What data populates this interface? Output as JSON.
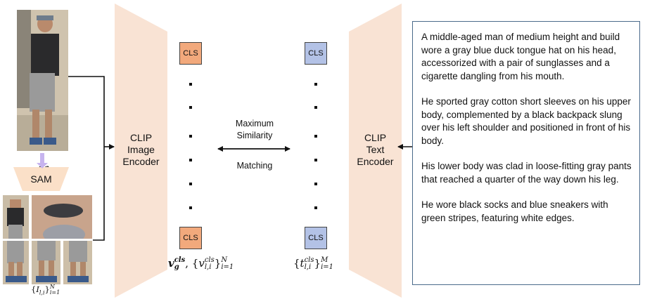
{
  "encoders": {
    "image": {
      "lines": [
        "CLIP",
        "Image",
        "Encoder"
      ]
    },
    "text": {
      "lines": [
        "CLIP",
        "Text",
        "Encoder"
      ]
    }
  },
  "sam": {
    "label": "SAM"
  },
  "cls_label": "CLS",
  "center": {
    "top_lines": [
      "Maximum",
      "Similarity"
    ],
    "bottom": "Matching"
  },
  "math": {
    "I_base": "I",
    "I_sub": "g",
    "parts_lbrace": "{",
    "parts_base": "I",
    "parts_sub": "l,i",
    "parts_rbrace": "}",
    "parts_sup": "N",
    "parts_range": "i=1",
    "vg_base": "v",
    "vg_sup": "cls",
    "vg_sub": "g",
    "vg_comma": ", ",
    "vl_lbrace": "{",
    "vl_base": "v",
    "vl_sup": "cls",
    "vl_sub": "l,i",
    "vl_rbrace": "}",
    "vl_sup2": "N",
    "vl_range": "i=1",
    "t_lbrace": "{",
    "t_base": "t",
    "t_sup": "cls",
    "t_sub": "l,i",
    "t_rbrace": "}",
    "t_sup2": "M",
    "t_range": "i=1"
  },
  "description": [
    "A middle-aged man of medium height and build wore a gray blue duck tongue hat on his head, accessorized with a pair of sunglasses and a cigarette dangling from his mouth.",
    "He sported gray cotton short sleeves on his upper body, complemented by a black backpack slung over his left shoulder and positioned in front of his body.",
    "His lower body was clad in loose-fitting gray pants that reached a quarter of the way down his leg.",
    "He wore black socks and blue sneakers with green stripes, featuring white edges."
  ],
  "colors": {
    "encoder_fill": "#f9e3d4",
    "cls_image": "#f2a97c",
    "cls_text": "#b3c2e6",
    "sam_fill": "#fbe0c8",
    "arrow_light": "#c7b4ef",
    "textbox_border": "#4a6a8a"
  }
}
